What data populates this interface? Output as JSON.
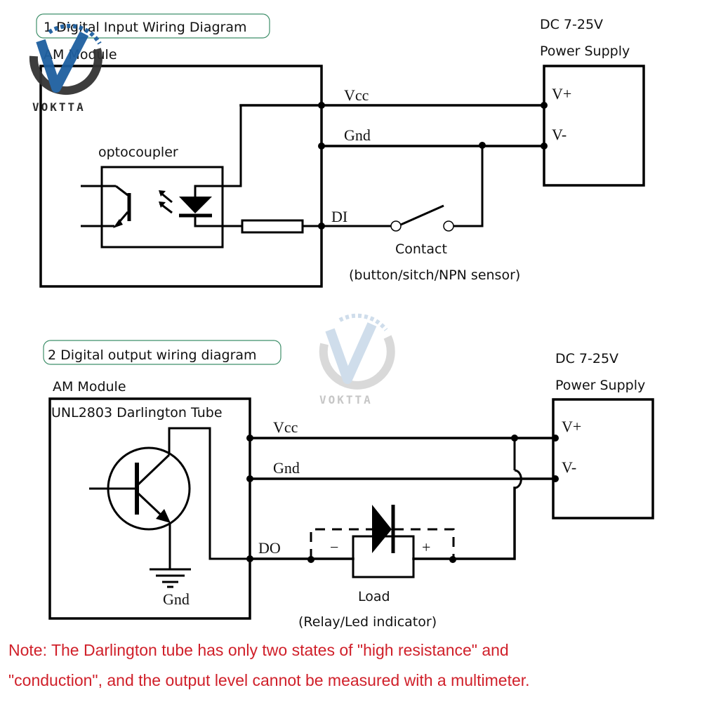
{
  "section1": {
    "title": "1 Digital Input Wiring Diagram",
    "module_label": "AM Module",
    "optocoupler_label": "optocoupler",
    "vcc_label": "Vcc",
    "gnd_label": "Gnd",
    "di_label": "DI",
    "contact_label": "Contact",
    "contact_sublabel": "(button/sitch/NPN sensor)",
    "supply_line1": "DC 7-25V",
    "supply_line2": "Power Supply",
    "vplus_label": "V+",
    "vminus_label": "V-"
  },
  "section2": {
    "title": "2 Digital output wiring diagram",
    "module_label": "AM Module",
    "darlington_label": "UNL2803 Darlington Tube",
    "vcc_label": "Vcc",
    "gnd_label": "Gnd",
    "do_label": "DO",
    "ground_label": "Gnd",
    "minus_sign": "−",
    "plus_sign": "+",
    "load_label": "Load",
    "load_sublabel": "(Relay/Led indicator)",
    "supply_line1": "DC 7-25V",
    "supply_line2": "Power Supply",
    "vplus_label": "V+",
    "vminus_label": "V-"
  },
  "note": {
    "line1": "Note: The Darlington tube has only two states of \"high resistance\" and",
    "line2": "\"conduction\", and the output level cannot be measured with a multimeter."
  },
  "watermark": {
    "brand": "VOKTTA",
    "colors": {
      "blue": "#1e5fa0",
      "dark": "#222222",
      "faded_blue": "#a9c3dc",
      "faded_gray": "#bbbbbb"
    }
  },
  "colors": {
    "note_red": "#d0202a",
    "title_border": "#3f8f6a"
  }
}
